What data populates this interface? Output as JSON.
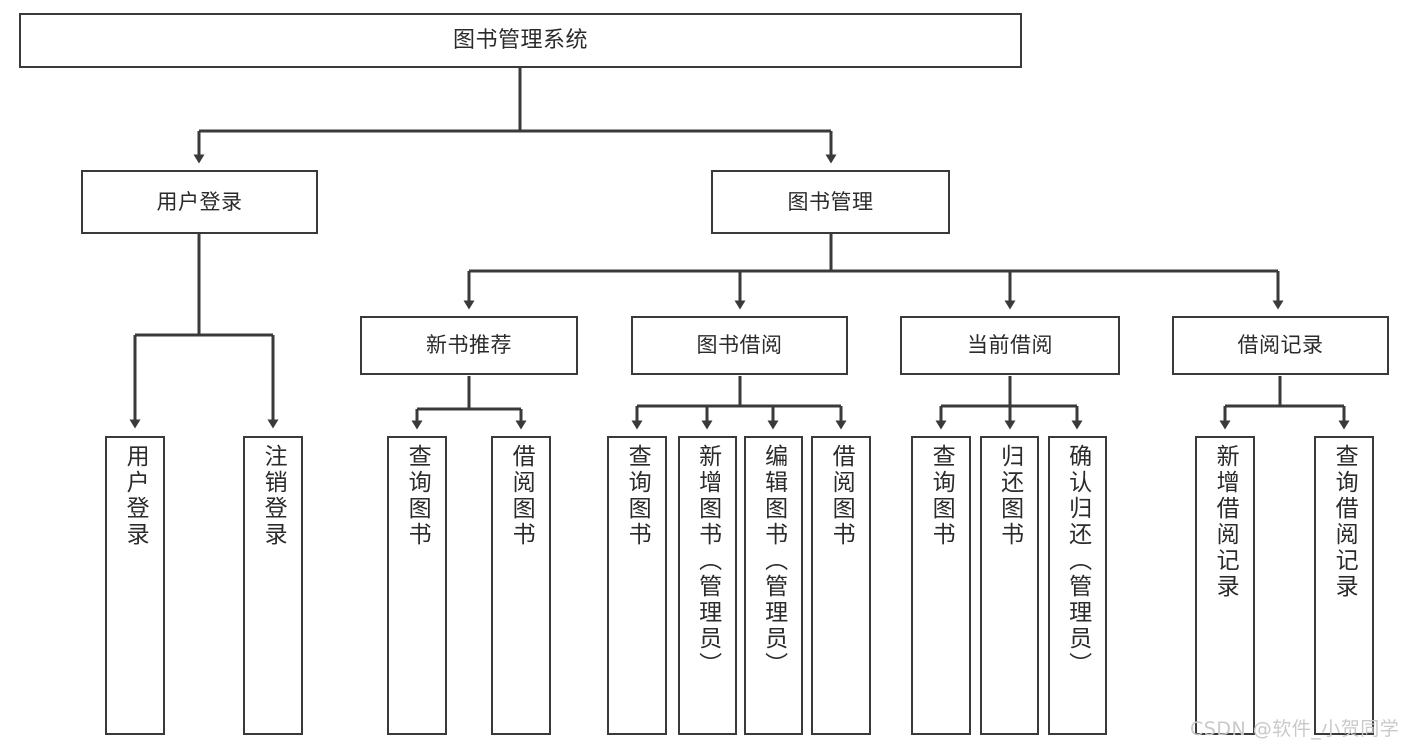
{
  "diagram": {
    "title": "图书管理系统",
    "type": "hierarchy-tree",
    "root": {
      "id": "root",
      "label": "图书管理系统"
    },
    "level1": [
      {
        "id": "user-login",
        "label": "用户登录"
      },
      {
        "id": "book-management",
        "label": "图书管理"
      }
    ],
    "level2": [
      {
        "id": "new-book-recommend",
        "label": "新书推荐",
        "parent": "book-management"
      },
      {
        "id": "book-borrow",
        "label": "图书借阅",
        "parent": "book-management"
      },
      {
        "id": "current-borrow",
        "label": "当前借阅",
        "parent": "book-management"
      },
      {
        "id": "borrow-record",
        "label": "借阅记录",
        "parent": "book-management"
      }
    ],
    "leaves": {
      "user_login": [
        {
          "id": "leaf-user-login",
          "label": "用户登录"
        },
        {
          "id": "leaf-user-logout",
          "label": "注销登录"
        }
      ],
      "new_book_recommend": [
        {
          "id": "leaf-query-book-1",
          "label": "查询图书"
        },
        {
          "id": "leaf-borrow-book-1",
          "label": "借阅图书"
        }
      ],
      "book_borrow": [
        {
          "id": "leaf-query-book-2",
          "label": "查询图书"
        },
        {
          "id": "leaf-add-book",
          "label": "新增图书（管理员）"
        },
        {
          "id": "leaf-edit-book",
          "label": "编辑图书（管理员）"
        },
        {
          "id": "leaf-borrow-book-2",
          "label": "借阅图书"
        }
      ],
      "current_borrow": [
        {
          "id": "leaf-query-book-3",
          "label": "查询图书"
        },
        {
          "id": "leaf-return-book",
          "label": "归还图书"
        },
        {
          "id": "leaf-confirm-return",
          "label": "确认归还（管理员）"
        }
      ],
      "borrow_record": [
        {
          "id": "leaf-add-record",
          "label": "新增借阅记录"
        },
        {
          "id": "leaf-query-record",
          "label": "查询借阅记录"
        }
      ]
    },
    "colors": {
      "stroke": "#3a3a3a",
      "fill": "#ffffff",
      "text": "#2b2b2b",
      "watermark": "#c9c9c9"
    }
  },
  "watermark": {
    "text": "CSDN @软件_小贺同学"
  }
}
